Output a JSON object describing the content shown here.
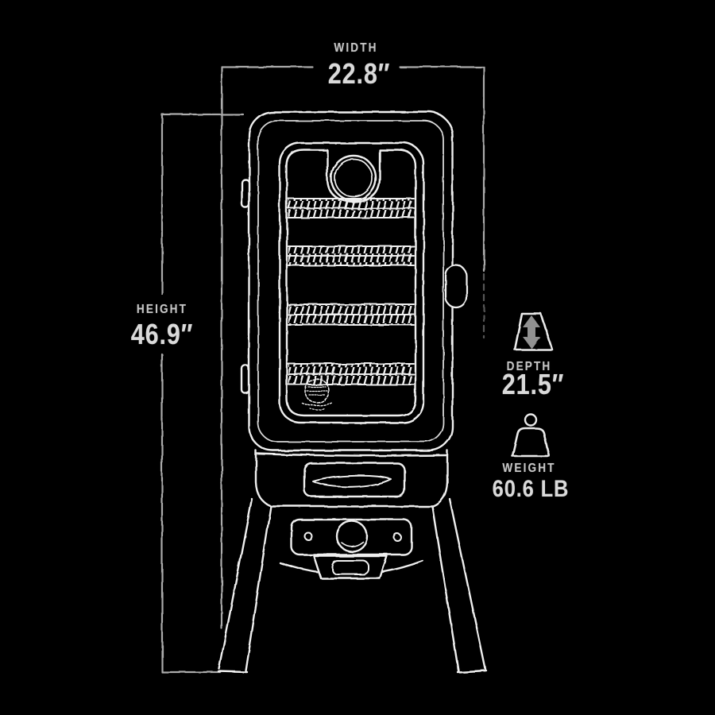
{
  "colors": {
    "background": "#000000",
    "line_art": "#efefef",
    "dimension_lines": "#ababab",
    "label_text": "#c6c6c6",
    "value_text": "#dadada",
    "icon_arrow_fill": "#919191"
  },
  "dimensions": {
    "width": {
      "label": "WIDTH",
      "value": "22.8″"
    },
    "height": {
      "label": "HEIGHT",
      "value": "46.9″"
    },
    "depth": {
      "label": "DEPTH",
      "value": "21.5″",
      "icon": "depth-double-arrow-icon"
    },
    "weight": {
      "label": "WEIGHT",
      "value": "60.6 LB",
      "icon": "kettlebell-weight-icon"
    }
  }
}
